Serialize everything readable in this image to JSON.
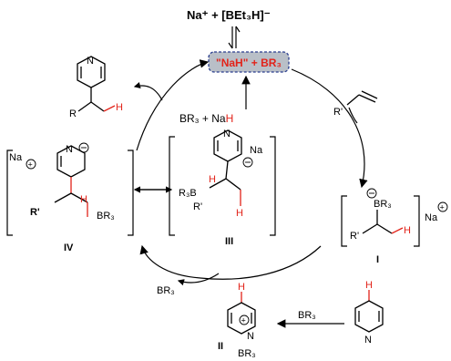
{
  "top": {
    "na_plus": "Na⁺ + [BEt₃H]⁻",
    "box_nah": "\"NaH\"",
    "box_plus": " + ",
    "box_br3": "BR₃"
  },
  "labels": {
    "br3_nah_left": "BR₃ + Na",
    "br3_nah_h": "H",
    "r_prime_alkene": "R'",
    "n_atom_top": "N",
    "r_product": "R",
    "h_product": "H",
    "na_left": "Na",
    "iv_r_prime": "R'",
    "iv_h": "H",
    "iv_br3": "BR₃",
    "iv_n": "N",
    "iv_label": "IV",
    "iii_r3b": "R₃B",
    "iii_n": "N",
    "iii_r_prime": "R'",
    "iii_h1": "H",
    "iii_h2": "H",
    "iii_na": "Na",
    "iii_label": "III",
    "i_br3": "BR₃",
    "i_r_prime": "R'",
    "i_h": "H",
    "i_na": "Na",
    "i_label": "I",
    "br3_release": "BR₃",
    "ii_h": "H",
    "ii_n": "N",
    "ii_br3": "BR₃",
    "ii_label": "II",
    "br3_add": "BR₃",
    "py_h": "H",
    "py_n": "N"
  }
}
